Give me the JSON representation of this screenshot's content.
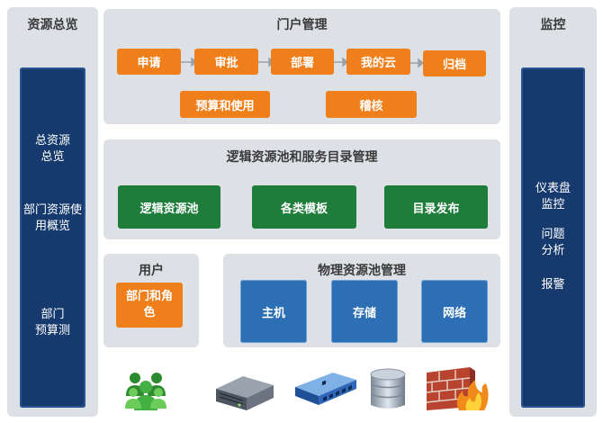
{
  "left_panel": {
    "title": "资源总览",
    "items": [
      "总资源\n总览",
      "部门资源使\n用概览",
      "部门\n预算测"
    ]
  },
  "portal": {
    "title": "门户管理",
    "row1": [
      "申请",
      "审批",
      "部署",
      "我的云",
      "归档"
    ],
    "row2": [
      "预算和使用",
      "稽核"
    ]
  },
  "logical_pool": {
    "title": "逻辑资源池和服务目录管理",
    "items": [
      "逻辑资源池",
      "各类模板",
      "目录发布"
    ]
  },
  "users": {
    "title": "用户",
    "item": "部门和角\n色"
  },
  "physical_pool": {
    "title": "物理资源池管理",
    "items": [
      "主机",
      "存储",
      "网络"
    ]
  },
  "monitor": {
    "title": "监控",
    "items": [
      "仪表盘\n监控",
      "问题\n分析",
      "报警"
    ]
  },
  "icons": [
    "users-icon",
    "server-icon",
    "network-switch-icon",
    "database-icon",
    "firewall-icon"
  ],
  "colors": {
    "panel_bg": "#dde0e5",
    "navy": "#173a6e",
    "orange": "#ef7f1a",
    "green": "#1e7d3a",
    "blue": "#2d6fb4"
  }
}
